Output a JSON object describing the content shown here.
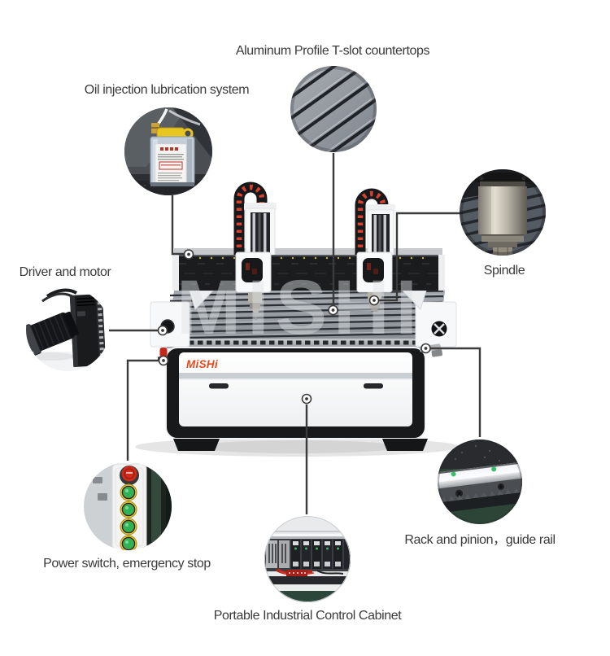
{
  "brand": {
    "logo": "MiSHi",
    "watermark": "MISHI",
    "logo_color": "#e8481c"
  },
  "callouts": {
    "oil": {
      "label": "Oil injection lubrication system"
    },
    "tslot": {
      "label": "Aluminum Profile T-slot countertops"
    },
    "driver": {
      "label": "Driver and motor"
    },
    "spindle": {
      "label": "Spindle"
    },
    "power": {
      "label": "Power switch, emergency stop"
    },
    "rack": {
      "label": "Rack and pinion，guide rail"
    },
    "cabinet": {
      "label": "Portable Industrial Control Cabinet"
    }
  },
  "colors": {
    "background": "#ffffff",
    "callout_line": "#3b3b3b",
    "label_text": "#3a3a3a",
    "machine_dark": "#17181a",
    "table_gray": "#959ca3",
    "logo_red": "#e8481c",
    "estop_red": "#c5271a",
    "cable_chain_red": "#d84330",
    "button_green": "#2db355",
    "button_ring_yellow": "#e3c62e",
    "oil_cap_yellow": "#e9c51f",
    "rail_green_dot": "#38c06b"
  }
}
